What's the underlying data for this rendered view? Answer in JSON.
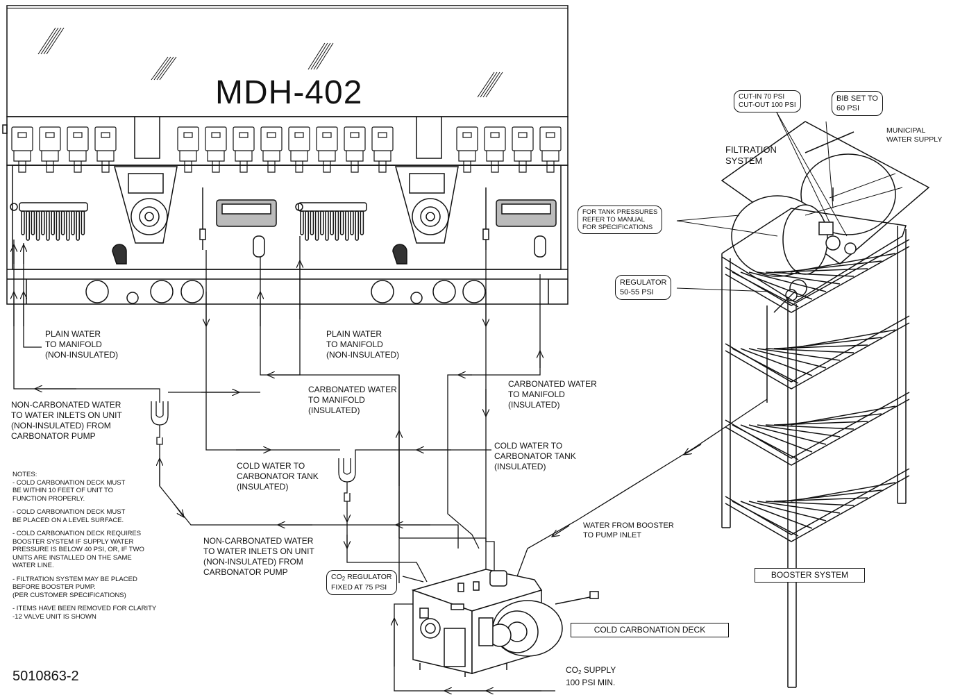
{
  "model": "MDH-402",
  "drawing_number": "5010863-2",
  "labels": {
    "plain_left": "PLAIN WATER\nTO MANIFOLD\n(NON-INSULATED)",
    "plain_mid": "PLAIN WATER\nTO MANIFOLD\n(NON-INSULATED)",
    "carb_mid": "CARBONATED WATER\nTO MANIFOLD\n(INSULATED)",
    "carb_right": "CARBONATED WATER\nTO MANIFOLD\n(INSULATED)",
    "noncarb_top": "NON-CARBONATED WATER\nTO WATER INLETS ON UNIT\n(NON-INSULATED) FROM\nCARBONATOR PUMP",
    "noncarb_bottom": "NON-CARBONATED WATER\nTO WATER INLETS ON UNIT\n(NON-INSULATED) FROM\nCARBONATOR PUMP",
    "cold_left": "COLD WATER TO\nCARBONATOR TANK\n(INSULATED)",
    "cold_right": "COLD WATER TO\nCARBONATOR TANK\n(INSULATED)",
    "water_from_booster": "WATER FROM BOOSTER\nTO PUMP INLET",
    "co2_supply_prefix": "CO",
    "co2_supply_sub": "2",
    "co2_supply_rest": " SUPPLY\n100 PSI MIN.",
    "filtration": "FILTRATION\nSYSTEM",
    "municipal": "MUNICIPAL\nWATER SUPPLY"
  },
  "callouts": {
    "cut_in": "CUT-IN 70 PSI\nCUT-OUT 100 PSI",
    "bib": "BIB SET TO\n60 PSI",
    "tank_pressures": "FOR TANK PRESSURES\nREFER TO MANUAL\nFOR SPECIFICATIONS",
    "regulator": "REGULATOR\n50-55 PSI",
    "co2_reg_prefix": "CO",
    "co2_reg_sub": "2",
    "co2_reg_rest": " REGULATOR\nFIXED AT 75 PSI",
    "booster": "BOOSTER SYSTEM",
    "deck": "COLD CARBONATION DECK"
  },
  "notes": {
    "heading": "NOTES:",
    "items": [
      "- COLD CARBONATION DECK MUST\nBE WITHIN 10 FEET OF UNIT TO\nFUNCTION PROPERLY.",
      "- COLD CARBONATION DECK MUST\nBE PLACED ON A LEVEL SURFACE.",
      "- COLD CARBONATION DECK REQUIRES\nBOOSTER SYSTEM IF SUPPLY WATER\nPRESSURE IS BELOW 40 PSI, OR, IF TWO\nUNITS ARE INSTALLED ON THE SAME\nWATER LINE.",
      "- FILTRATION SYSTEM MAY BE PLACED\nBEFORE BOOSTER PUMP.\n(PER CUSTOMER SPECIFICATIONS)",
      "- ITEMS HAVE BEEN REMOVED FOR CLARITY\n-12 VALVE UNIT IS SHOWN"
    ]
  }
}
